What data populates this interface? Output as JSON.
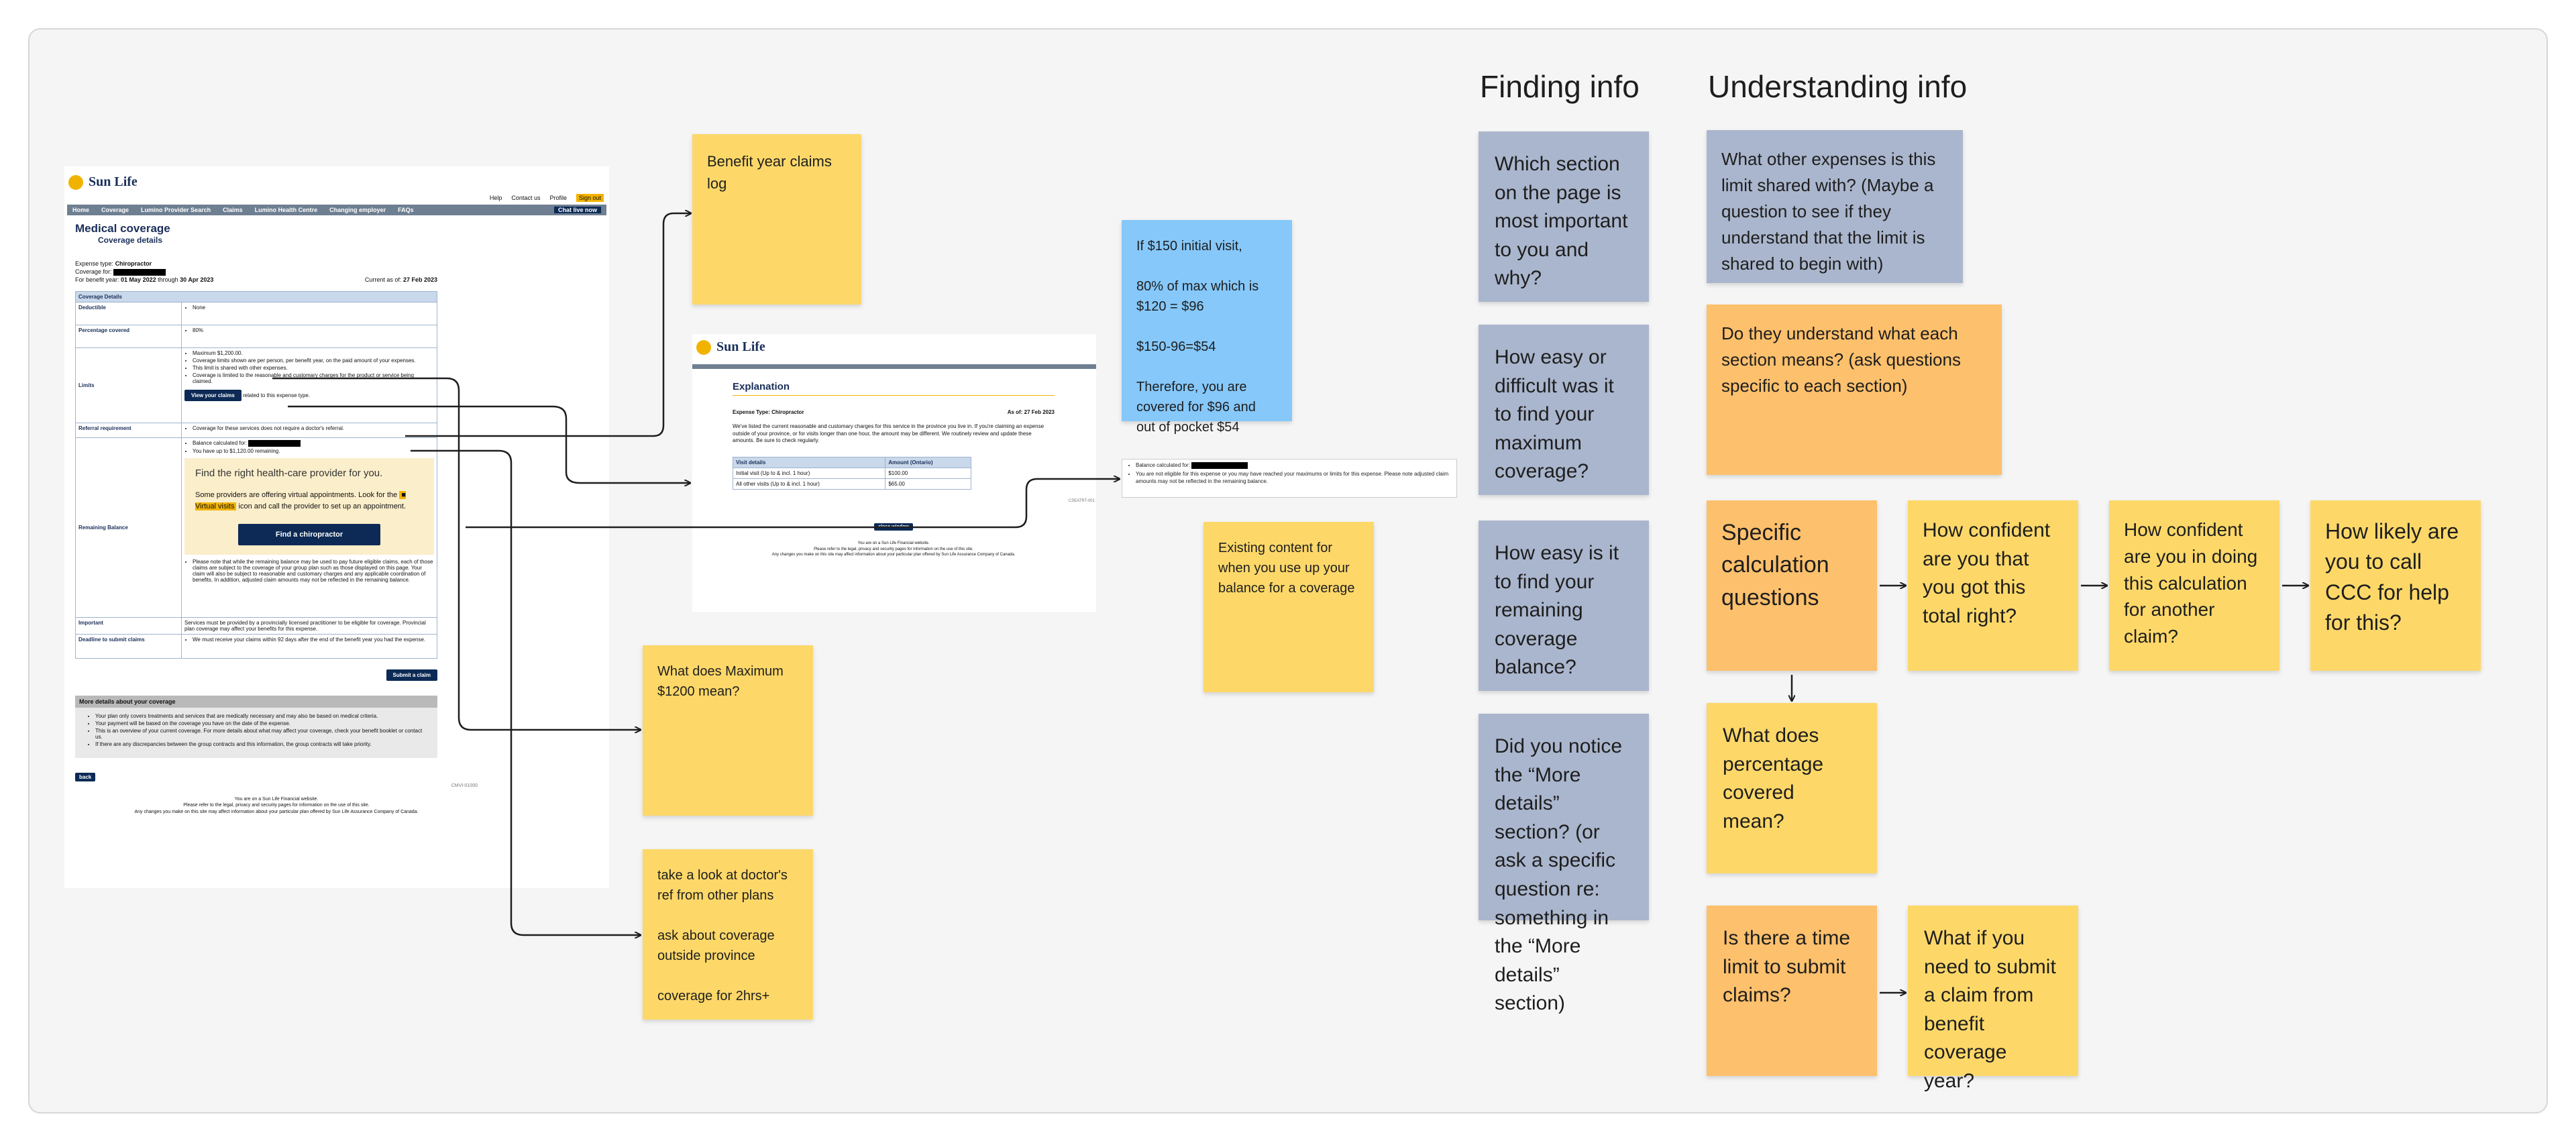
{
  "headings": {
    "finding": "Finding info",
    "understanding": "Understanding info"
  },
  "medical_page": {
    "header_links": [
      "Help",
      "Contact us",
      "Profile",
      "Sign out"
    ],
    "nav": [
      "Home",
      "Coverage",
      "Lumino Provider Search",
      "Claims",
      "Lumino Health Centre",
      "Changing employer",
      "FAQs"
    ],
    "chat_label": "Chat live now",
    "title": "Medical coverage",
    "subtitle": "Coverage details",
    "expense_type_label": "Expense type:",
    "expense_type": "Chiropractor",
    "coverage_for_label": "Coverage for:",
    "benefit_year_label": "For benefit year:",
    "benefit_year_start": "01 May 2022",
    "through": "through",
    "benefit_year_end": "30 Apr 2023",
    "current_as_of_label": "Current as of:",
    "current_as_of": "27 Feb 2023",
    "table_header": "Coverage Details",
    "rows": {
      "deductible_label": "Deductible",
      "deductible_value": "None",
      "percentage_label": "Percentage covered",
      "percentage_value": "80%",
      "limits_label": "Limits",
      "limits_items": [
        "Maximum $1,200.00.",
        "Coverage limits shown are per person, per benefit year, on the paid amount of your expenses.",
        "This limit is shared with other expenses.",
        "Coverage is limited to the reasonable and customary charges for the product or service being claimed."
      ],
      "view_claims": "View your claims",
      "view_claims_suffix": "related to this expense type.",
      "referral_label": "Referral requirement",
      "referral_value": "Coverage for these services does not require a doctor's referral.",
      "remaining_label": "Remaining Balance",
      "balance_calc": "Balance calculated for:",
      "balance_left": "You have up to $1,120.00 remaining.",
      "hp_title": "Find the right health-care provider for you.",
      "hp_body_1": "Some providers are offering virtual appointments. Look for the",
      "hp_virtual": "Virtual visits",
      "hp_body_2": "icon and call the provider to set up an appointment.",
      "hp_button": "Find a chiropractor",
      "remaining_note": "Please note that while the remaining balance may be used to pay future eligible claims, each of those claims are subject to the coverage of your group plan such as those displayed on this page. Your claim will also be subject to reasonable and customary charges and any applicable coordination of benefits. In addition, adjusted claim amounts may not be reflected in the remaining balance.",
      "important_label": "Important",
      "important_value": "Services must be provided by a provincially licensed practitioner to be eligible for coverage. Provincial plan coverage may affect your benefits for this expense.",
      "deadline_label": "Deadline to submit claims",
      "deadline_value": "We must receive your claims within 92 days after the end of the benefit year you had the expense."
    },
    "submit_claim": "Submit a claim",
    "more_details_header": "More details about your coverage",
    "more_details_items": [
      "Your plan only covers treatments and services that are medically necessary and may also be based on medical criteria.",
      "Your payment will be based on the coverage you have on the date of the expense.",
      "This is an overview of your current coverage. For more details about what may affect your coverage, check your benefit booklet or contact us.",
      "If there are any discrepancies between the group contracts and this information, the group contracts will take priority."
    ],
    "back": "back",
    "page_id": "CMVI-01000",
    "footer_1": "You are on a Sun Life Financial website.",
    "footer_2": "Please refer to the legal, privacy and security pages for information on the use of this site.",
    "footer_3": "Any changes you make on this site may affect information about your particular plan offered by Sun Life Assurance Company of Canada."
  },
  "explanation_page": {
    "title": "Explanation",
    "expense_type_label": "Expense Type:",
    "expense_type": "Chiropractor",
    "as_of_label": "As of:",
    "as_of": "27 Feb 2023",
    "body": "We've listed the current reasonable and customary charges for this service in the province you live in. If you're claiming an expense outside of your province, or for visits longer than one hour, the amount may be different. We routinely review and update these amounts. Be sure to check regularly.",
    "col_visit": "Visit details",
    "col_amount": "Amount (Ontario)",
    "rows": [
      {
        "visit": "Initial visit (Up to & incl. 1 hour)",
        "amount": "$100.00"
      },
      {
        "visit": "All other visits (Up to & incl. 1 hour)",
        "amount": "$65.00"
      }
    ],
    "page_id": "CSEATRT-001",
    "close": "close window",
    "footer_1": "You are on a Sun Life Financial website.",
    "footer_2": "Please refer to the legal, privacy and security pages for information on the use of this site.",
    "footer_3": "Any changes you make on this site may affect information about your particular plan offered by Sun Life Assurance Company of Canada."
  },
  "balance_note": {
    "line_1": "Balance calculated for:",
    "line_2": "You are not eligible for this expense or you may have reached your maximums or limits for this expense. Please note adjusted claim amounts may not be reflected in the remaining balance."
  },
  "stickies": {
    "benefit_year_log": "Benefit year claims log",
    "calc_blue": "If $150 initial visit,\n\n80% of max which is $120 = $96\n\n$150-96=$54\n\nTherefore, you are covered for $96 and out of pocket $54",
    "existing_content": "Existing content for when you use up your balance for a coverage",
    "max_1200": "What does Maximum $1200 mean?",
    "doctors_ref": "take a look at doctor's ref from other plans\n\nask about coverage outside province\n\ncoverage for 2hrs+",
    "q_section": "Which section on the page is most important to you and why?",
    "q_max_cov": "How easy or difficult was it to find your maximum coverage?",
    "q_remaining": "How easy is it to find your remaining coverage balance?",
    "q_more_details": "Did you notice the “More details” section? (or ask a specific question re: something in the “More details” section)",
    "u_other_expenses": "What other expenses is this limit shared with? (Maybe a question to see if they understand that the limit is shared to begin with)",
    "u_each_section": "Do they understand what each section means? (ask questions specific to each section)",
    "u_specific_calc": "Specific calculation questions",
    "u_confident_total": "How confident are you that you got this total right?",
    "u_confident_another": "How confident are you in doing this calculation for another claim?",
    "u_call_ccc": "How likely are you to call CCC for help for this?",
    "u_percentage": "What does percentage covered mean?",
    "u_time_limit": "Is there a time limit to submit claims?",
    "u_benefit_year": "What if you need to submit a claim from benefit coverage year?"
  },
  "colors": {
    "yellow": "#fdd869",
    "orange": "#fdc06c",
    "gray_blue": "#aab6cd",
    "blue": "#86c8fa",
    "navy": "#0c2a55"
  }
}
